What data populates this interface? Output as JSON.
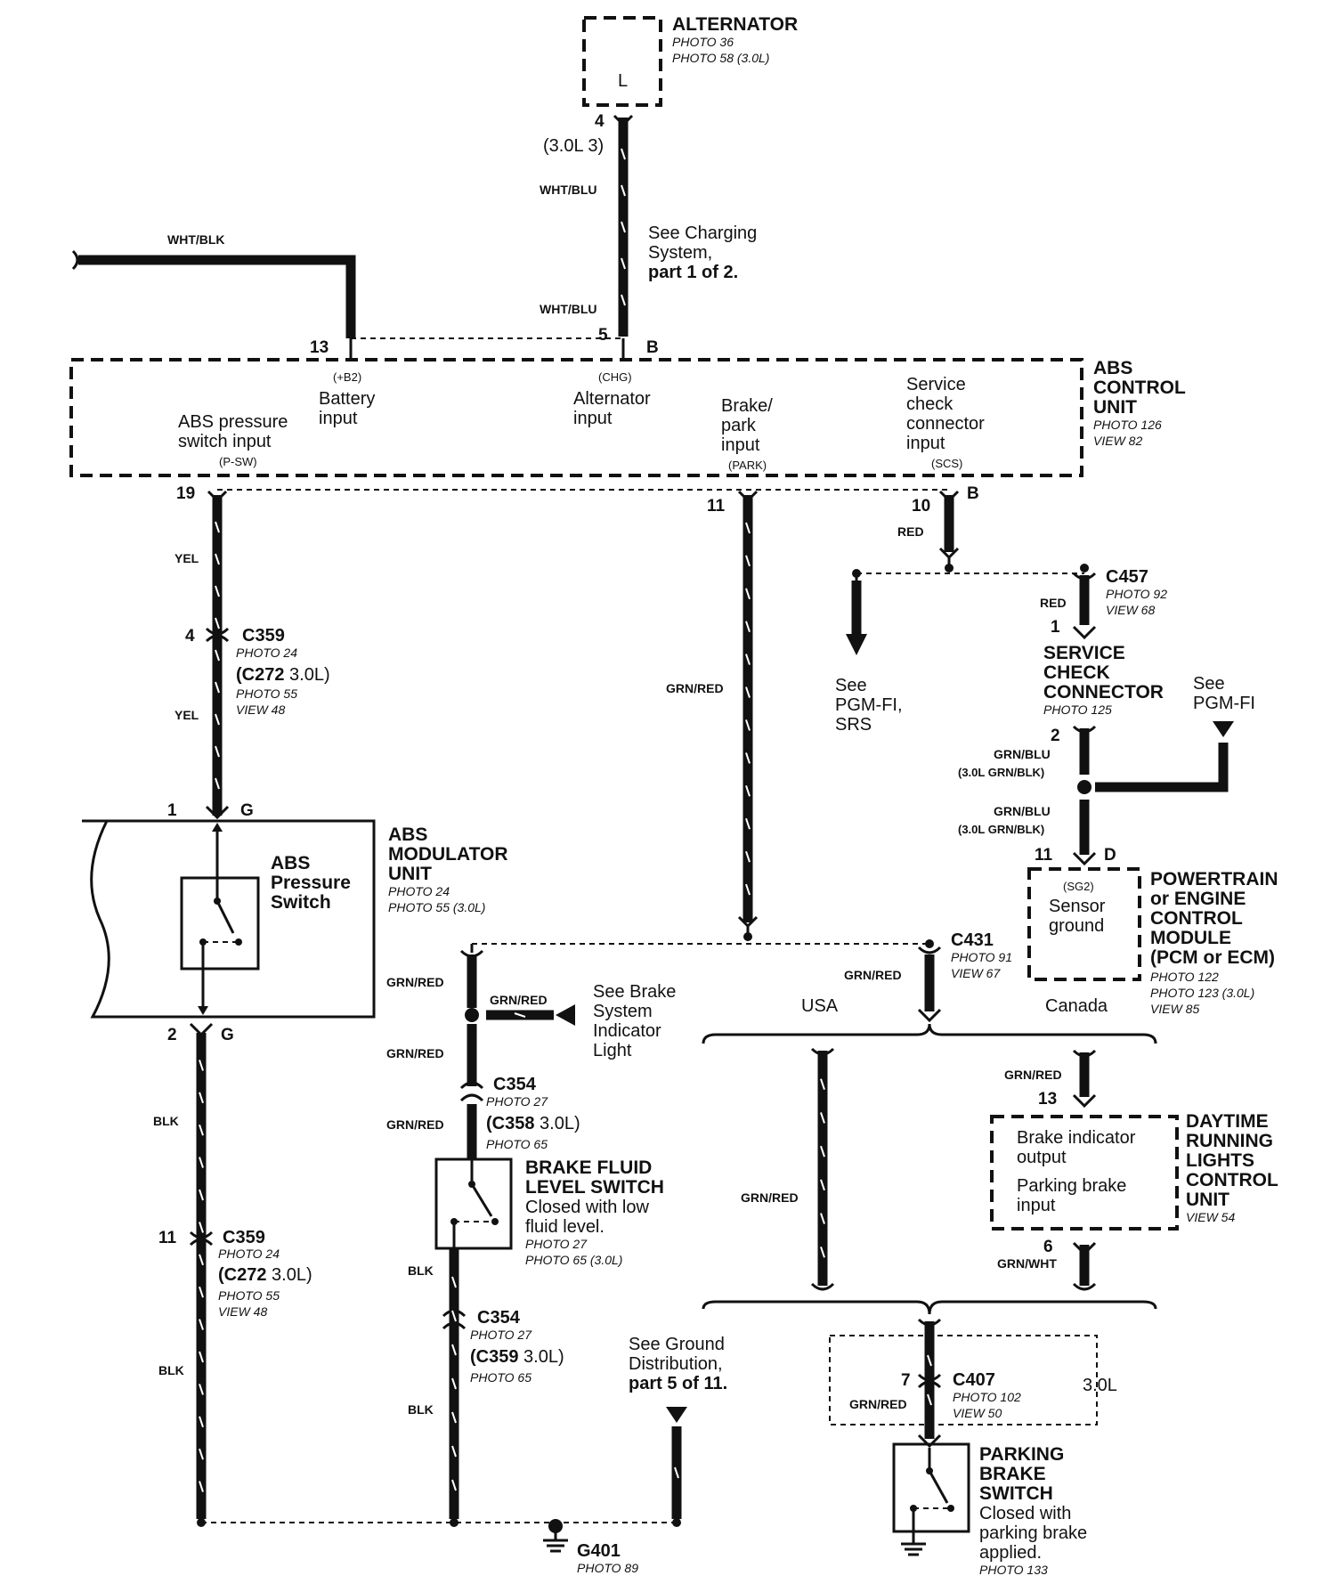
{
  "alternator": {
    "title": "ALTERNATOR",
    "photo1": "PHOTO 36",
    "photo2": "PHOTO 58 (3.0L)",
    "terminal": "L",
    "pin": "4",
    "pin_alt": "(3.0L 3)",
    "wire1": "WHT/BLU",
    "wire2": "WHT/BLU"
  },
  "charging_ref": {
    "line1": "See Charging",
    "line2": "System,",
    "line3": "part 1 of 2."
  },
  "wht_blk": "WHT/BLK",
  "abs_control_unit": {
    "title1": "ABS",
    "title2": "CONTROL",
    "title3": "UNIT",
    "photo": "PHOTO 126",
    "view": "VIEW 82",
    "pin13": "13",
    "pin5": "5",
    "conn_b_top": "B",
    "pin19": "19",
    "pin11": "11",
    "pin10": "10",
    "conn_b_bottom": "B",
    "battery_code": "(+B2)",
    "battery_line1": "Battery",
    "battery_line2": "input",
    "chg_code": "(CHG)",
    "chg_line1": "Alternator",
    "chg_line2": "input",
    "psw_line1": "ABS pressure",
    "psw_line2": "switch input",
    "psw_code": "(P-SW)",
    "park_line1": "Brake/",
    "park_line2": "park",
    "park_line3": "input",
    "park_code": "(PARK)",
    "scs_line1": "Service",
    "scs_line2": "check",
    "scs_line3": "connector",
    "scs_line4": "input",
    "scs_code": "(SCS)"
  },
  "wires": {
    "yel1": "YEL",
    "yel2": "YEL",
    "red1": "RED",
    "red2": "RED",
    "grn_red_main": "GRN/RED",
    "blk1": "BLK",
    "blk2": "BLK",
    "blk3": "BLK",
    "blk4": "BLK"
  },
  "c359_top": {
    "pin": "4",
    "name": "C359",
    "photo": "PHOTO 24",
    "alt_name": "(C272",
    "alt_suffix": " 3.0L)",
    "photo2": "PHOTO 55",
    "view": "VIEW 48"
  },
  "abs_modulator": {
    "title1": "ABS",
    "title2": "MODULATOR",
    "title3": "UNIT",
    "photo1": "PHOTO 24",
    "photo2": "PHOTO 55 (3.0L)",
    "switch_line1": "ABS",
    "switch_line2": "Pressure",
    "switch_line3": "Switch",
    "pin1": "1",
    "conn_g_top": "G",
    "pin2": "2",
    "conn_g_bottom": "G"
  },
  "c359_bottom": {
    "pin": "11",
    "name": "C359",
    "photo": "PHOTO 24",
    "alt_name": "(C272",
    "alt_suffix": " 3.0L)",
    "photo2": "PHOTO 55",
    "view": "VIEW 48"
  },
  "pgm_fi_srs": {
    "line1": "See",
    "line2": "PGM-FI,",
    "line3": "SRS"
  },
  "c457": {
    "name": "C457",
    "photo": "PHOTO 92",
    "view": "VIEW 68",
    "pin": "1"
  },
  "service_check": {
    "title1": "SERVICE",
    "title2": "CHECK",
    "title3": "CONNECTOR",
    "photo": "PHOTO 125",
    "pin": "2",
    "wire1": "GRN/BLU",
    "wire1_alt": "(3.0L GRN/BLK)",
    "wire2": "GRN/BLU",
    "wire2_alt": "(3.0L GRN/BLK)"
  },
  "pgm_fi": {
    "line1": "See",
    "line2": "PGM-FI"
  },
  "pcm": {
    "pin": "11",
    "conn": "D",
    "code": "(SG2)",
    "line1": "Sensor",
    "line2": "ground",
    "title1": "POWERTRAIN",
    "title2": "or ENGINE",
    "title3": "CONTROL",
    "title4": "MODULE",
    "title5": "(PCM or ECM)",
    "photo1": "PHOTO 122",
    "photo2": "PHOTO 123 (3.0L)",
    "view": "VIEW 85"
  },
  "c431": {
    "name": "C431",
    "photo": "PHOTO 91",
    "view": "VIEW 67",
    "wire": "GRN/RED"
  },
  "brake_system_ref": {
    "wire": "GRN/RED",
    "line1": "See Brake",
    "line2": "System",
    "line3": "Indicator",
    "line4": "Light"
  },
  "left_grn_red": {
    "w1": "GRN/RED",
    "w2": "GRN/RED",
    "w3": "GRN/RED"
  },
  "c354_top": {
    "name": "C354",
    "photo": "PHOTO 27",
    "alt_name": "(C358",
    "alt_suffix": " 3.0L)",
    "photo2": "PHOTO 65"
  },
  "brake_fluid": {
    "title1": "BRAKE FLUID",
    "title2": "LEVEL SWITCH",
    "line1": "Closed with low",
    "line2": "fluid level.",
    "photo1": "PHOTO 27",
    "photo2": "PHOTO 65 (3.0L)"
  },
  "c354_bottom": {
    "name": "C354",
    "photo": "PHOTO 27",
    "alt_name": "(C359",
    "alt_suffix": " 3.0L)",
    "photo2": "PHOTO 65"
  },
  "ground_ref": {
    "line1": "See Ground",
    "line2": "Distribution,",
    "line3": "part 5 of 11."
  },
  "g401": {
    "name": "G401",
    "photo": "PHOTO 89"
  },
  "usa": "USA",
  "canada": "Canada",
  "usa_wire": "GRN/RED",
  "drl": {
    "wire_in": "GRN/RED",
    "pin_in": "13",
    "line1": "Brake indicator",
    "line2": "output",
    "line3": "Parking brake",
    "line4": "input",
    "title1": "DAYTIME",
    "title2": "RUNNING",
    "title3": "LIGHTS",
    "title4": "CONTROL",
    "title5": "UNIT",
    "view": "VIEW 54",
    "pin_out": "6",
    "wire_out": "GRN/WHT"
  },
  "c407": {
    "pin": "7",
    "name": "C407",
    "photo": "PHOTO 102",
    "view": "VIEW 50",
    "variant": "3.0L",
    "wire": "GRN/RED"
  },
  "parking_brake": {
    "title1": "PARKING",
    "title2": "BRAKE",
    "title3": "SWITCH",
    "line1": "Closed with",
    "line2": "parking brake",
    "line3": "applied.",
    "photo": "PHOTO 133"
  }
}
